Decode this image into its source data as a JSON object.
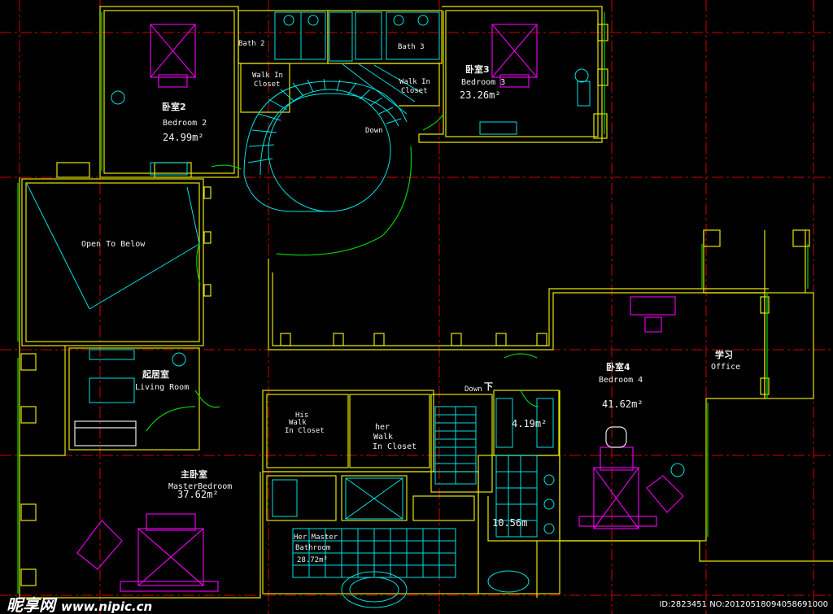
{
  "colors": {
    "wall": "#e6e600",
    "window": "#00d000",
    "fixture": "#00e0e0",
    "furniture": "#e000e0",
    "furniture_white": "#e8e8e8",
    "gridline": "#d00000",
    "text": "#f2f2f2"
  },
  "rooms": {
    "bedroom2": {
      "cn": "卧室2",
      "en": "Bedroom 2",
      "area": "24.99m²"
    },
    "bedroom3": {
      "cn": "卧室3",
      "en": "Bedroom 3",
      "area": "23.26m²"
    },
    "bath2": {
      "en": "Bath 2"
    },
    "bath3": {
      "en": "Bath 3"
    },
    "walkin_left": {
      "en_line1": "Walk In",
      "en_line2": "Closet"
    },
    "walkin_right": {
      "en_line1": "Walk In",
      "en_line2": "Closet"
    },
    "stair_down": {
      "en": "Down"
    },
    "open_below": {
      "en": "Open To Below"
    },
    "living": {
      "cn": "起居室",
      "en": "Living Room"
    },
    "master": {
      "cn": "主卧室",
      "en": "MasterBedroom",
      "area": "37.62m²"
    },
    "his_closet": {
      "en_line1": "His",
      "en_line2": "Walk",
      "en_line3": "In Closet"
    },
    "her_closet": {
      "en_line1": "her",
      "en_line2": "Walk",
      "en_line3": "In Closet"
    },
    "her_bath": {
      "en_line1": "Her Master",
      "en_line2": "Bathroom",
      "area": "28.72m²"
    },
    "down_lower": {
      "en": "Down",
      "cn": "下"
    },
    "small_area": {
      "area": "4.19m²"
    },
    "bath_area2": {
      "area": "10.56m"
    },
    "bedroom4": {
      "cn": "卧室4",
      "en": "Bedroom 4",
      "area": "41.62m²"
    },
    "office": {
      "cn": "学习",
      "en": "Office"
    }
  },
  "watermark": {
    "brand": "昵享网",
    "url": "www.nipic.cn",
    "id": "ID:2823451 NO:20120518094058691000"
  }
}
